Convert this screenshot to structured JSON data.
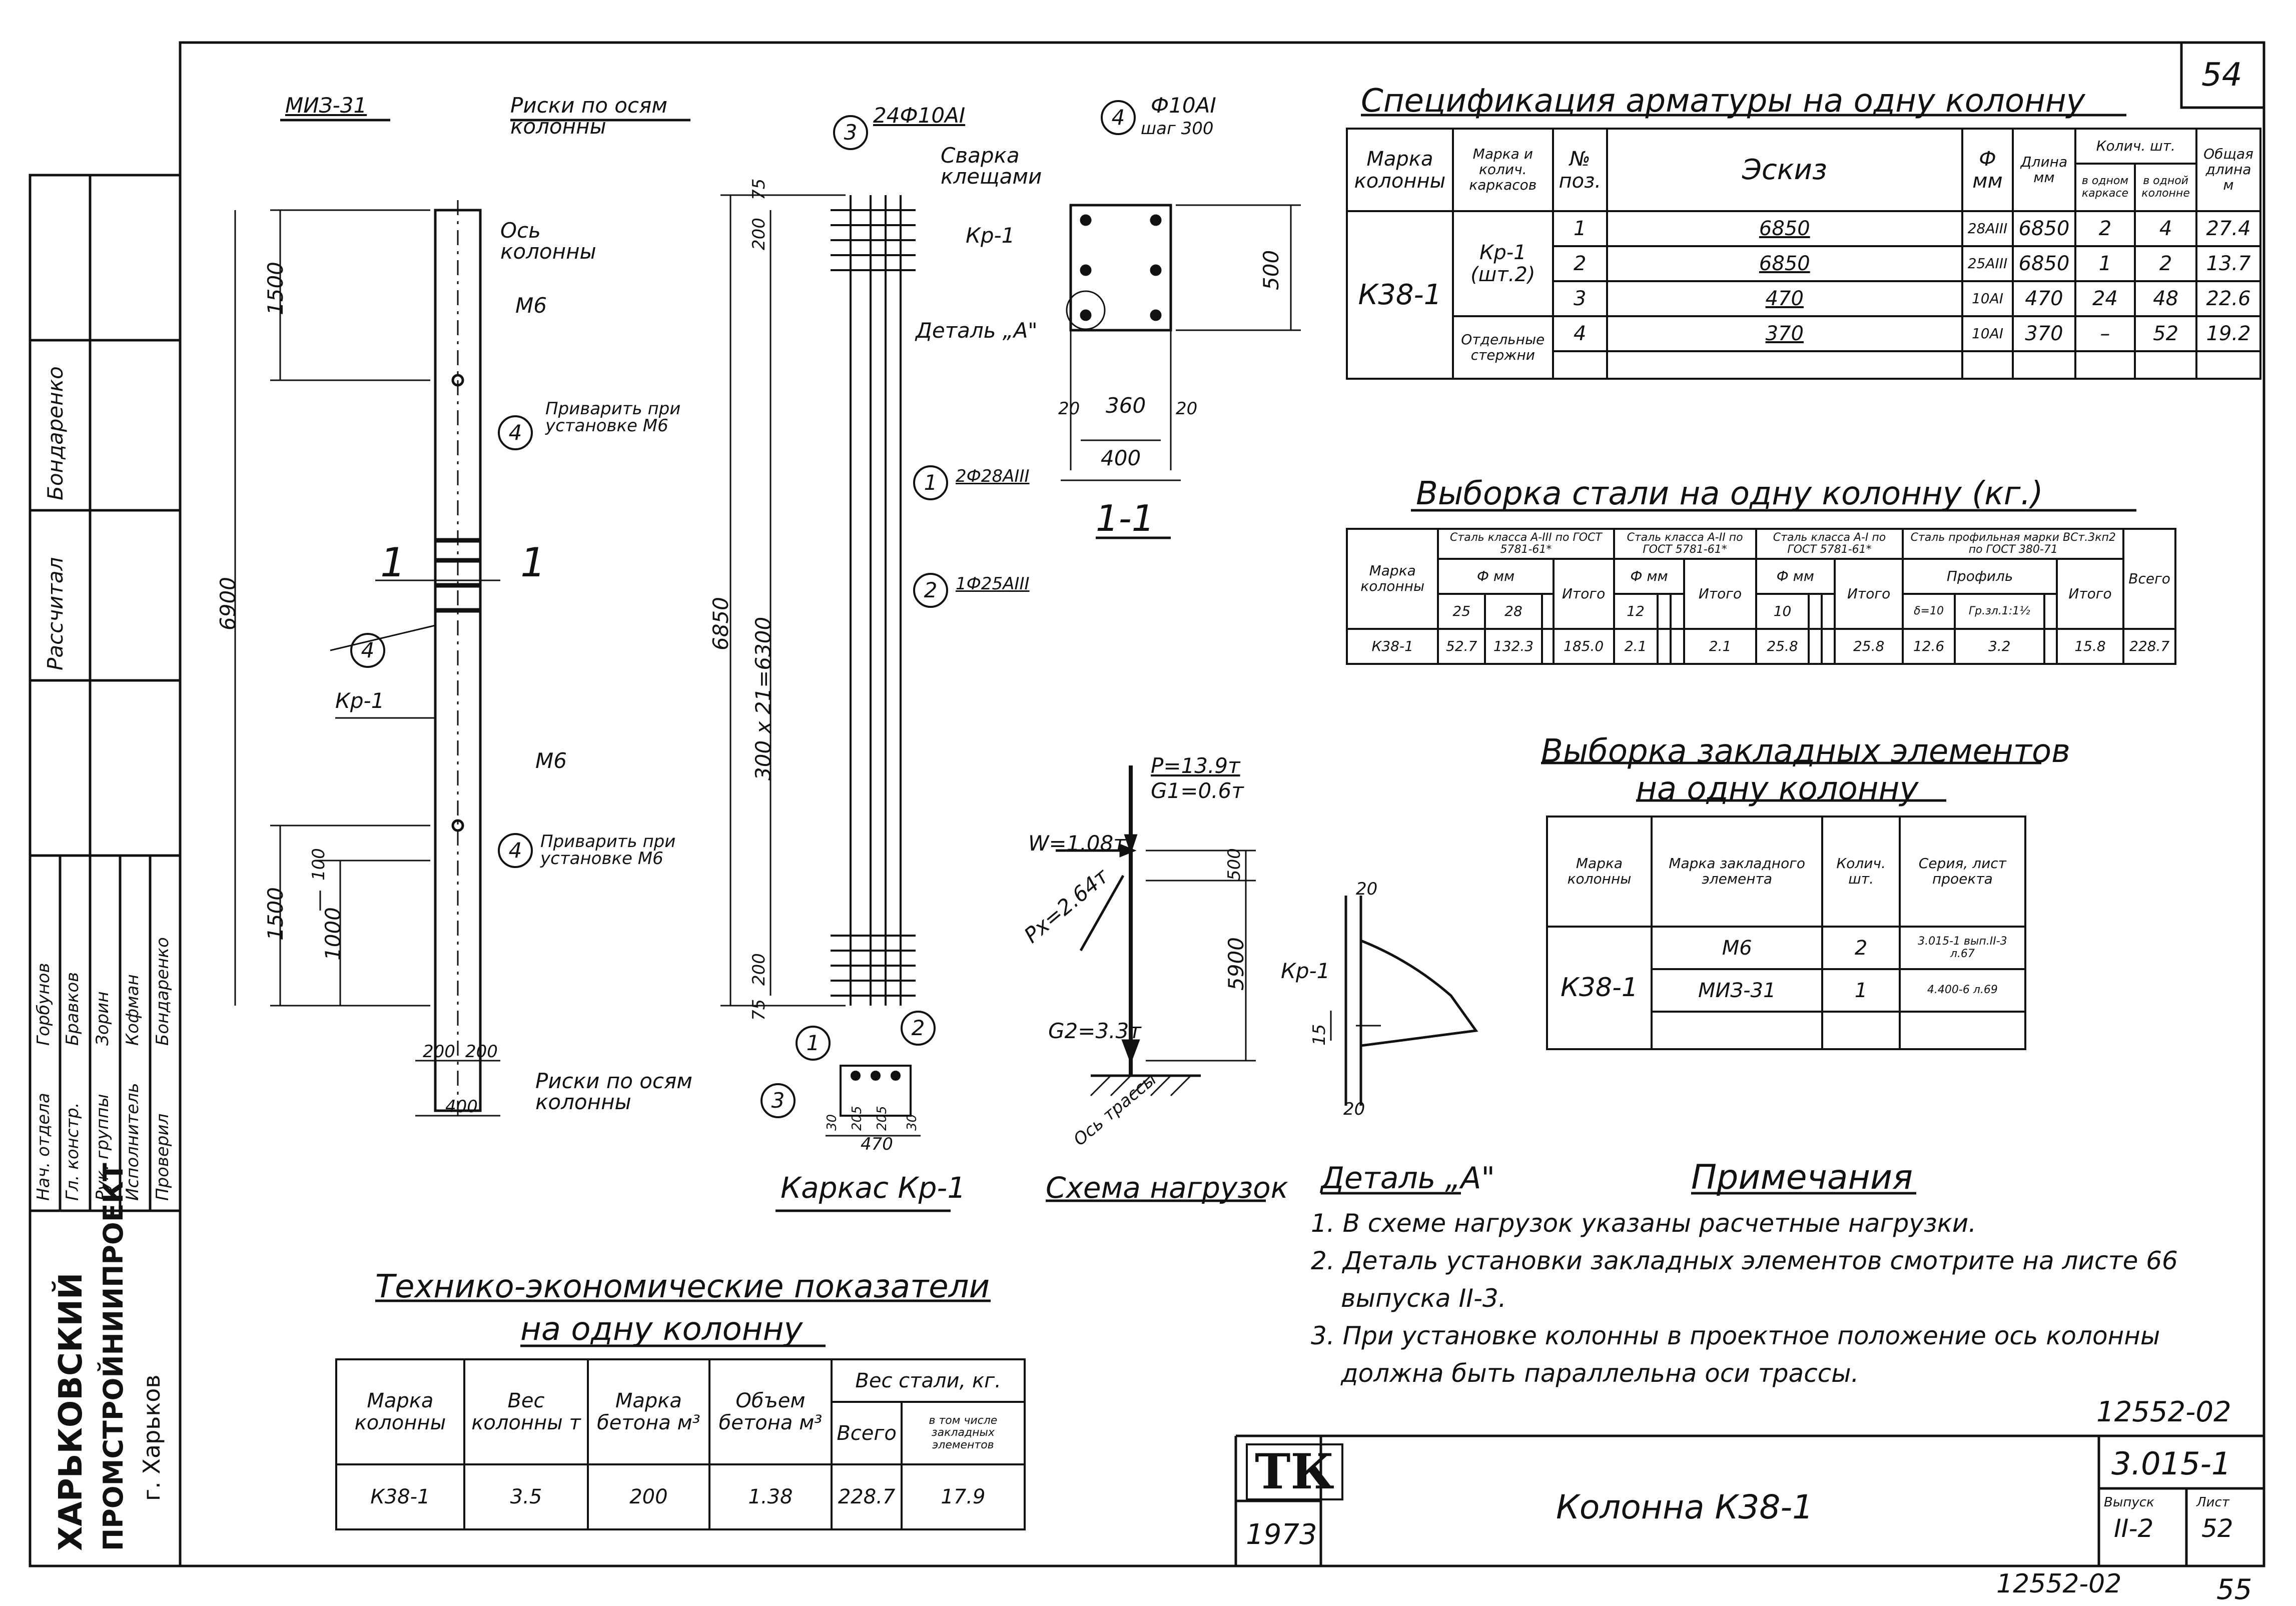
{
  "sheet": {
    "top_right_page": "54",
    "bottom_page": "55",
    "doc_number_top": "12552-02",
    "doc_number_bottom": "12552-02",
    "series": "3.015-1",
    "issue_label": "Выпуск",
    "issue_value": "II-2",
    "sheet_label": "Лист",
    "sheet_value": "52",
    "title": "Колонна К38-1",
    "year": "1973",
    "tk_logo": "ТК"
  },
  "org_block": {
    "org_line1": "ХАРЬКОВСКИЙ",
    "org_line2": "ПРОМСТРОЙНИИПРОЕКТ",
    "org_line3": "г. Харьков",
    "roles": [
      "Нач. отдела",
      "Гл. констр.",
      "Рук. группы",
      "Исполнитель",
      "Проверил"
    ],
    "names": [
      "Горбунов",
      "Бравков",
      "Зорин",
      "Кофман",
      "Бондаренко"
    ],
    "calc_label": "Рассчитал",
    "calc_name": "Бондаренко"
  },
  "column_elevation": {
    "mark_top": "МИЗ-31",
    "risk_top": "Риски по осям колонны",
    "axis_label": "Ось колонны",
    "m6_top": "М6",
    "weld_top": "Приварить при установке М6",
    "section_left": "1",
    "section_right": "1",
    "callout_4": "4",
    "kr1_label": "Кр-1",
    "m6_bottom": "М6",
    "weld_bottom": "Приварить при установке М6",
    "risk_bottom": "Риски по осям колонны",
    "dim_total": "6900",
    "dim_top": "1500",
    "dim_bottom": "1500",
    "dim_1000": "1000",
    "dim_100": "100",
    "dim_200_left": "200",
    "dim_200_right": "200",
    "dim_400": "400"
  },
  "cage": {
    "pos3_label": "3",
    "pos3_text": "24Ф10АI",
    "pos1_label": "1",
    "pos1_text": "2Ф28АIII",
    "pos2_label": "2",
    "pos2_text": "1Ф25АIII",
    "dim_total": "6850",
    "dim_step": "300 x 21=6300",
    "dim_200_top": "200",
    "dim_75_top": "75",
    "dim_200_bottom": "200",
    "dim_75_bottom": "75",
    "section_dim_30a": "30",
    "section_dim_205a": "205",
    "section_dim_205b": "205",
    "section_dim_30b": "30",
    "section_dim_470": "470",
    "caption": "Каркас Кр-1"
  },
  "section_1_1": {
    "pos4_label": "4",
    "pos4_text": "Ф10АI",
    "pos4_step": "шаг 300",
    "weld_label": "Сварка клещами",
    "kr1_label": "Кр-1",
    "detail_label": "Деталь „А\"",
    "dim_500": "500",
    "dim_20a": "20",
    "dim_360": "360",
    "dim_20b": "20",
    "dim_400": "400",
    "caption": "1-1"
  },
  "load_scheme": {
    "p_label": "Р=13.9т",
    "g1_label": "G1=0.6т",
    "w_label": "W=1.08т",
    "px_label": "Рх=2.64т",
    "g2_label": "G2=3.3т",
    "dim_500": "500",
    "dim_5900": "5900",
    "axis_label": "Ось трассы",
    "caption": "Схема нагрузок"
  },
  "detail_a": {
    "dim_20": "20",
    "dim_15": "15",
    "dim_20_bottom": "20",
    "kr1_label": "Кр-1",
    "caption": "Деталь „А\""
  },
  "spec_table": {
    "title": "Спецификация арматуры на одну колонну",
    "h_mark": "Марка колонны",
    "h_cage": "Марка и колич. каркасов",
    "h_pos": "№ поз.",
    "h_sketch": "Эскиз",
    "h_dia": "Ф мм",
    "h_len": "Длина мм",
    "h_qty": "Колич. шт.",
    "h_qty_one": "в одном каркасе",
    "h_qty_col": "в одной колонне",
    "h_total": "Общая длина м",
    "mark": "К38-1",
    "cage_group": "Кр-1 (шт.2)",
    "loose_group": "Отдельные стержни",
    "rows": [
      {
        "pos": "1",
        "sketch": "6850",
        "dia": "28АIII",
        "len": "6850",
        "one": "2",
        "col": "4",
        "total": "27.4"
      },
      {
        "pos": "2",
        "sketch": "6850",
        "dia": "25АIII",
        "len": "6850",
        "one": "1",
        "col": "2",
        "total": "13.7"
      },
      {
        "pos": "3",
        "sketch": "470",
        "dia": "10АI",
        "len": "470",
        "one": "24",
        "col": "48",
        "total": "22.6"
      },
      {
        "pos": "4",
        "sketch": "370",
        "dia": "10АI",
        "len": "370",
        "one": "–",
        "col": "52",
        "total": "19.2"
      }
    ]
  },
  "steel_table": {
    "title": "Выборка стали на одну колонну (кг.)",
    "h_mark": "Марка колонны",
    "h_a3": "Сталь класса А-III по ГОСТ 5781-61*",
    "h_a2": "Сталь класса А-II по ГОСТ 5781-61*",
    "h_a1": "Сталь класса А-I по ГОСТ 5781-61*",
    "h_prof": "Сталь профильная марки ВСт.3кп2 по ГОСТ 380-71",
    "h_fmm": "Ф мм",
    "h_profile": "Профиль",
    "h_total": "Итого",
    "h_grand": "Всего",
    "a3_d1": "25",
    "a3_d2": "28",
    "a2_d1": "12",
    "a1_d1": "10",
    "prof_1": "δ=10",
    "prof_2": "Гр.зл.1:1½",
    "mark": "К38-1",
    "a3_v1": "52.7",
    "a3_v2": "132.3",
    "a3_total": "185.0",
    "a2_v1": "2.1",
    "a2_total": "2.1",
    "a1_v1": "25.8",
    "a1_total": "25.8",
    "prof_v1": "12.6",
    "prof_v2": "3.2",
    "prof_total": "15.8",
    "grand": "228.7"
  },
  "embed_table": {
    "title_line1": "Выборка закладных элементов",
    "title_line2": "на одну колонну",
    "h_mark": "Марка колонны",
    "h_elem": "Марка закладного элемента",
    "h_qty": "Колич. шт.",
    "h_series": "Серия, лист проекта",
    "mark": "К38-1",
    "rows": [
      {
        "elem": "М6",
        "qty": "2",
        "series": "3.015-1 вып.II-3 л.67"
      },
      {
        "elem": "МИЗ-31",
        "qty": "1",
        "series": "4.400-6 л.69"
      }
    ]
  },
  "tech_table": {
    "title_line1": "Технико-экономические показатели",
    "title_line2": "на одну колонну",
    "h_mark": "Марка колонны",
    "h_weight": "Вес колонны т",
    "h_concrete": "Марка бетона м³",
    "h_volume": "Объем бетона м³",
    "h_steel": "Вес стали, кг.",
    "h_all": "Всего",
    "h_embed": "в том числе закладных элементов",
    "mark": "К38-1",
    "weight": "3.5",
    "concrete": "200",
    "volume": "1.38",
    "steel_all": "228.7",
    "steel_embed": "17.9"
  },
  "notes": {
    "title": "Примечания",
    "items": [
      "1. В схеме нагрузок указаны расчетные нагрузки.",
      "2. Деталь установки закладных элементов смотрите на листе 66",
      "выпуска II-3.",
      "3. При установке колонны в проектное положение ось колонны",
      "должна быть параллельна оси трассы."
    ]
  }
}
